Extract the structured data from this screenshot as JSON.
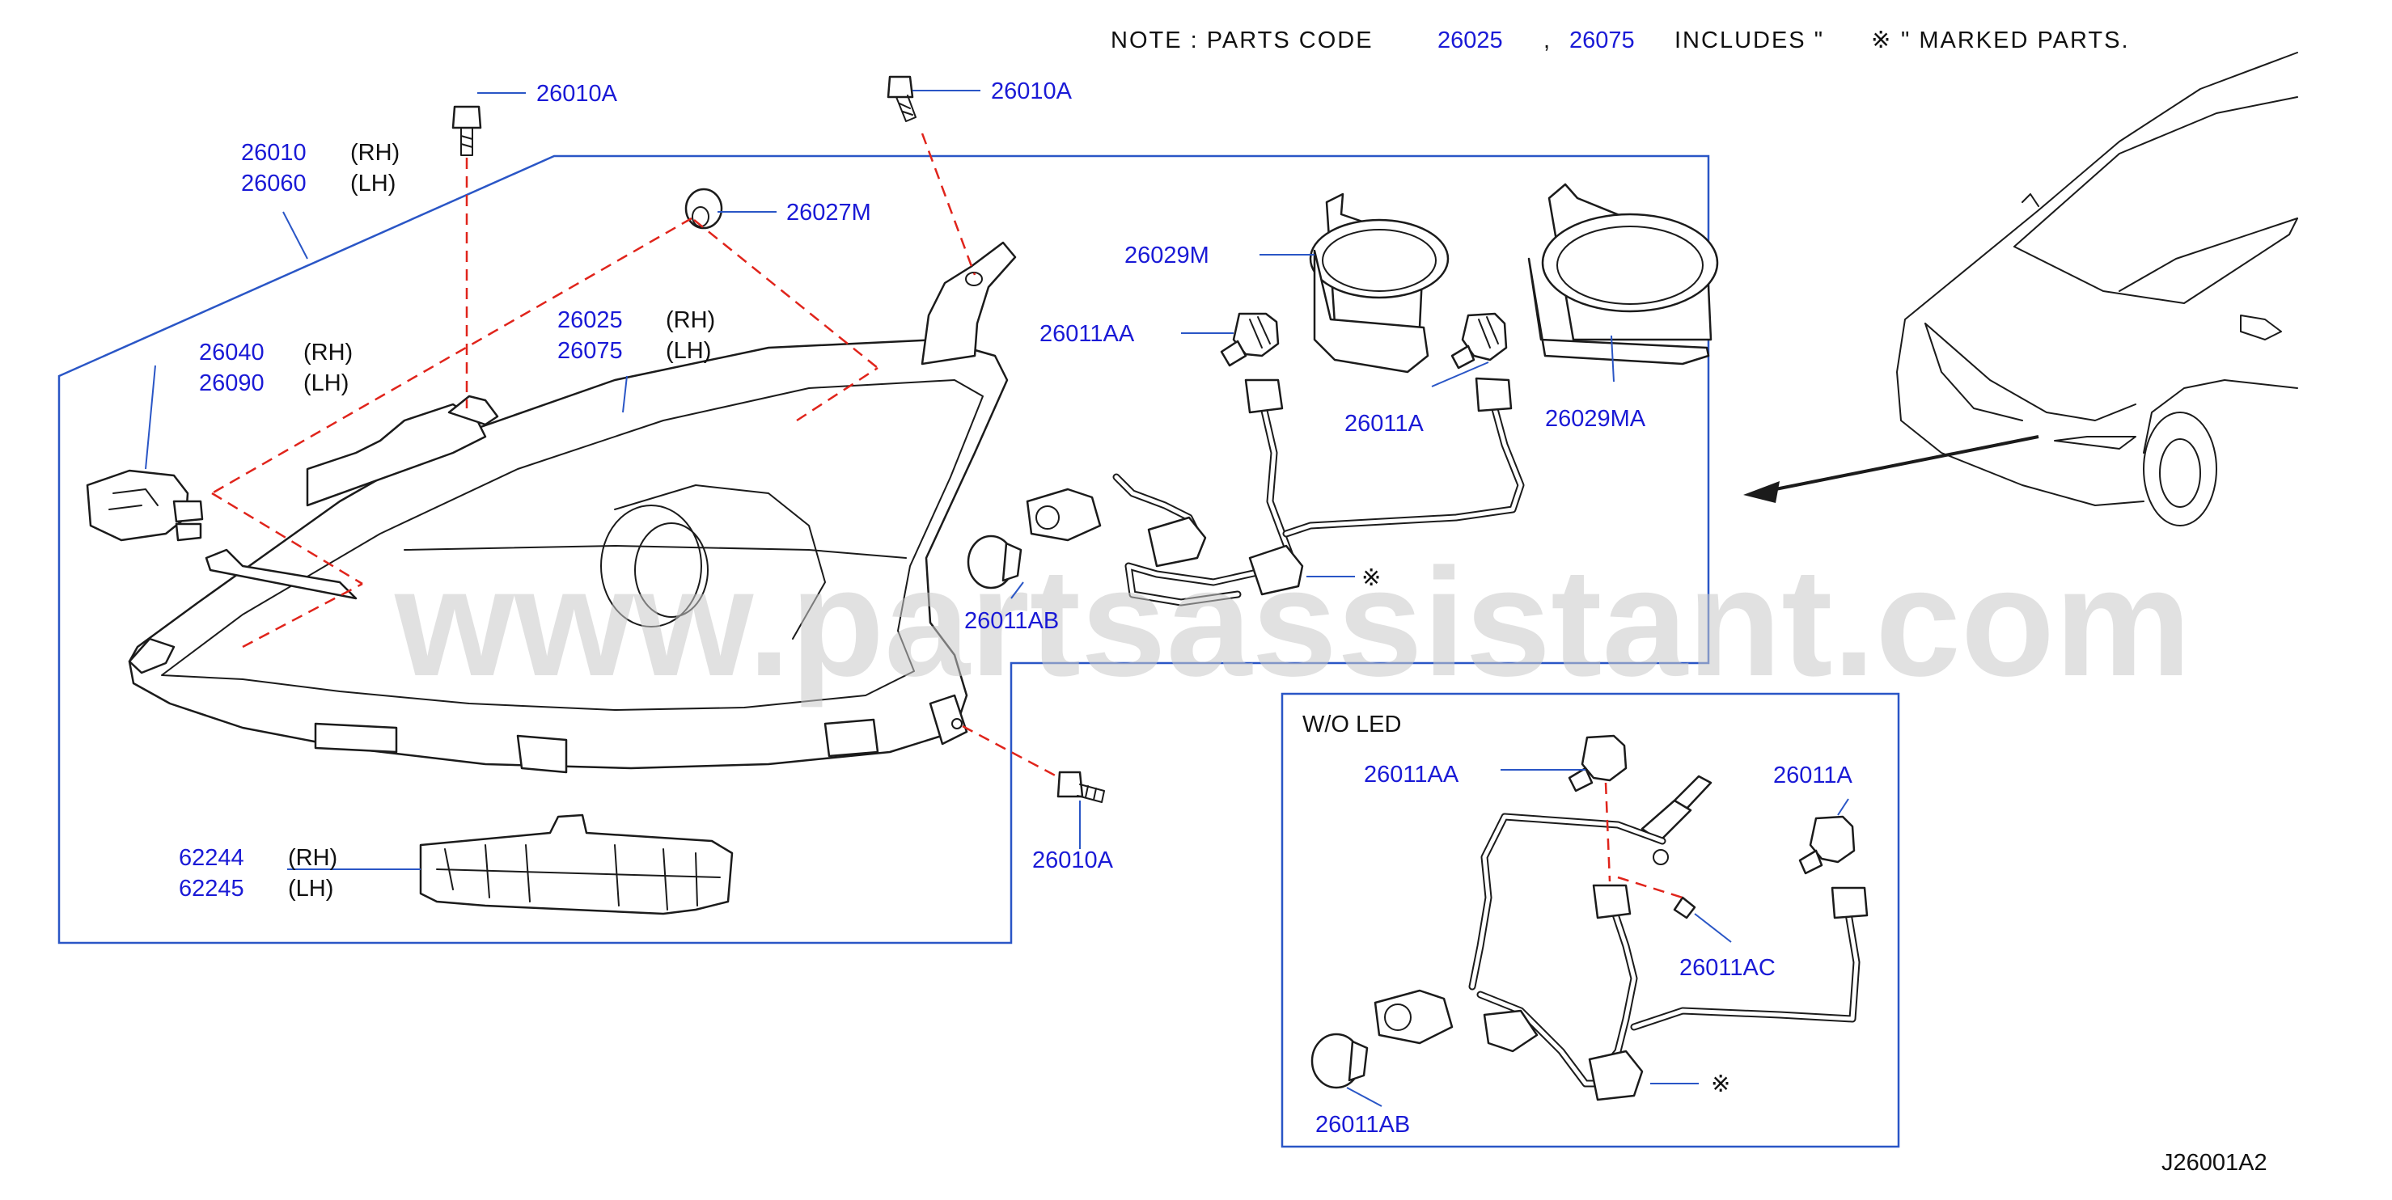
{
  "note": {
    "prefix": "NOTE  :  PARTS   CODE",
    "code_a": "26025",
    "comma": ",",
    "code_b": "26075",
    "includes": "INCLUDES  \"",
    "mark": "※",
    "suffix": "\"   MARKED   PARTS."
  },
  "watermark": "www.partsassistant.com",
  "diagram_code": "J26001A2",
  "labels": {
    "bolt_top_left": "26010A",
    "bolt_top_mid": "26010A",
    "bolt_lower": "26010A",
    "headlamp_rh_code": "26010",
    "headlamp_rh_side": "(RH)",
    "headlamp_lh_code": "26060",
    "headlamp_lh_side": "(LH)",
    "grommet": "26027M",
    "housing_rh_code": "26025",
    "housing_rh_side": "(RH)",
    "housing_lh_code": "26075",
    "housing_lh_side": "(LH)",
    "actuator_rh_code": "26040",
    "actuator_rh_side": "(RH)",
    "actuator_lh_code": "26090",
    "actuator_lh_side": "(LH)",
    "bracket_rh_code": "62244",
    "bracket_rh_side": "(RH)",
    "bracket_lh_code": "62245",
    "bracket_lh_side": "(LH)",
    "cap_small": "26029M",
    "bulb_aa": "26011AA",
    "bulb_a": "26011A",
    "cap_large": "26029MA",
    "bulb_ab": "26011AB",
    "mark_upper": "※"
  },
  "inset": {
    "title": "W/O    LED",
    "bulb_aa": "26011AA",
    "bulb_a": "26011A",
    "bulb_ac": "26011AC",
    "bulb_ab": "26011AB",
    "mark": "※"
  }
}
